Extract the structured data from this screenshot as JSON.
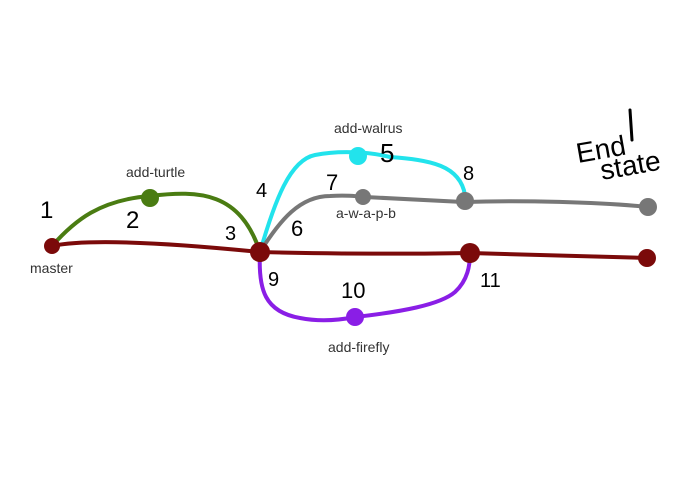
{
  "colors": {
    "master": "#7b0a0a",
    "add_turtle": "#4a7c12",
    "add_walrus": "#22e3ec",
    "a_w_a_p_b": "#777777",
    "add_firefly": "#8a1ee6",
    "text": "#333333",
    "handwriting": "#000000"
  },
  "branches": {
    "master": "master",
    "add_turtle": "add-turtle",
    "add_walrus": "add-walrus",
    "a_w_a_p_b": "a-w-a-p-b",
    "add_firefly": "add-firefly"
  },
  "step_numbers": {
    "s1": "1",
    "s2": "2",
    "s3": "3",
    "s4": "4",
    "s5": "5",
    "s6": "6",
    "s7": "7",
    "s8": "8",
    "s9": "9",
    "s10": "10",
    "s11": "11"
  },
  "end_state": {
    "line1": "End",
    "line2": "state"
  }
}
